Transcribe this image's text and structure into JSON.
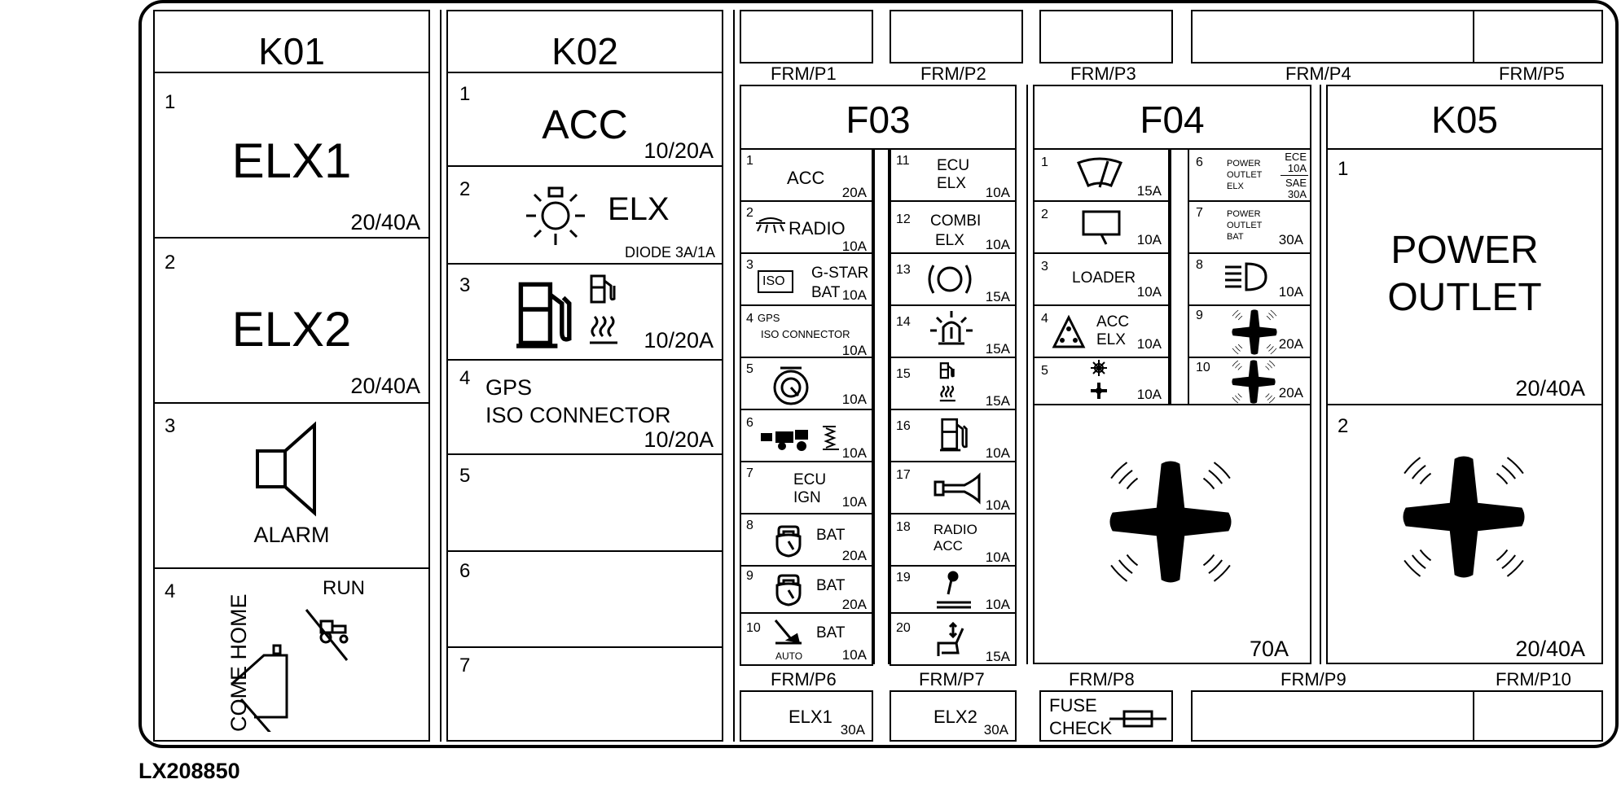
{
  "drawing_code": "LX208850",
  "k01": {
    "title": "K01",
    "slots": [
      {
        "num": "1",
        "name": "ELX1",
        "rating": "20/40A"
      },
      {
        "num": "2",
        "name": "ELX2",
        "rating": "20/40A"
      },
      {
        "num": "3",
        "name": "ALARM"
      },
      {
        "num": "4",
        "come_home": "COME HOME",
        "run": "RUN"
      }
    ]
  },
  "k02": {
    "title": "K02",
    "slots": [
      {
        "num": "1",
        "name": "ACC",
        "rating": "10/20A"
      },
      {
        "num": "2",
        "name": "ELX",
        "rating": "DIODE 3A/1A"
      },
      {
        "num": "3",
        "rating": "10/20A"
      },
      {
        "num": "4",
        "line1": "GPS",
        "line2": "ISO CONNECTOR",
        "rating": "10/20A"
      },
      {
        "num": "5"
      },
      {
        "num": "6"
      },
      {
        "num": "7"
      }
    ]
  },
  "frm_top": [
    "FRM/P1",
    "FRM/P2",
    "FRM/P3",
    "FRM/P4",
    "FRM/P5"
  ],
  "frm_bottom": [
    "FRM/P6",
    "FRM/P7",
    "FRM/P8",
    "FRM/P9",
    "FRM/P10"
  ],
  "f03": {
    "title": "F03",
    "left": [
      {
        "num": "1",
        "label": "ACC",
        "amp": "20A"
      },
      {
        "num": "2",
        "label": "RADIO",
        "amp": "10A"
      },
      {
        "num": "3",
        "label": "G-STAR",
        "label2": "BAT",
        "iso": "ISO",
        "amp": "10A"
      },
      {
        "num": "4",
        "label": "GPS",
        "label2": "ISO CONNECTOR",
        "amp": "10A"
      },
      {
        "num": "5",
        "amp": "10A"
      },
      {
        "num": "6",
        "amp": "10A"
      },
      {
        "num": "7",
        "label": "ECU",
        "label2": "IGN",
        "amp": "10A"
      },
      {
        "num": "8",
        "label": "BAT",
        "amp": "20A"
      },
      {
        "num": "9",
        "label": "BAT",
        "amp": "20A"
      },
      {
        "num": "10",
        "label": "BAT",
        "sub": "AUTO",
        "amp": "10A"
      }
    ],
    "right": [
      {
        "num": "11",
        "label": "ECU",
        "label2": "ELX",
        "amp": "10A"
      },
      {
        "num": "12",
        "label": "COMBI",
        "label2": "ELX",
        "amp": "10A"
      },
      {
        "num": "13",
        "amp": "15A"
      },
      {
        "num": "14",
        "amp": "15A"
      },
      {
        "num": "15",
        "amp": "15A"
      },
      {
        "num": "16",
        "amp": "10A"
      },
      {
        "num": "17",
        "amp": "10A"
      },
      {
        "num": "18",
        "label": "RADIO",
        "label2": "ACC",
        "amp": "10A"
      },
      {
        "num": "19",
        "amp": "10A"
      },
      {
        "num": "20",
        "amp": "15A"
      }
    ]
  },
  "f04": {
    "title": "F04",
    "left": [
      {
        "num": "1",
        "amp": "15A"
      },
      {
        "num": "2",
        "amp": "10A"
      },
      {
        "num": "3",
        "label": "LOADER",
        "amp": "10A"
      },
      {
        "num": "4",
        "label": "ACC",
        "label2": "ELX",
        "amp": "10A"
      },
      {
        "num": "5",
        "amp": "10A"
      }
    ],
    "right": [
      {
        "num": "6",
        "l1": "POWER",
        "l2": "OUTLET",
        "l3": "ELX",
        "ece": "ECE",
        "ece_amp": "10A",
        "sae": "SAE",
        "sae_amp": "30A"
      },
      {
        "num": "7",
        "l1": "POWER",
        "l2": "OUTLET",
        "l3": "BAT",
        "amp": "30A"
      },
      {
        "num": "8",
        "amp": "10A"
      },
      {
        "num": "9",
        "amp": "20A"
      },
      {
        "num": "10",
        "amp": "20A"
      }
    ],
    "main_amp": "70A"
  },
  "k05": {
    "title": "K05",
    "slot1": {
      "num": "1",
      "line1": "POWER",
      "line2": "OUTLET",
      "rating": "20/40A"
    },
    "slot2": {
      "num": "2",
      "rating": "20/40A"
    }
  },
  "bottom": {
    "elx1": "ELX1",
    "elx1_amp": "30A",
    "elx2": "ELX2",
    "elx2_amp": "30A",
    "fuse1": "FUSE",
    "fuse2": "CHECK"
  }
}
